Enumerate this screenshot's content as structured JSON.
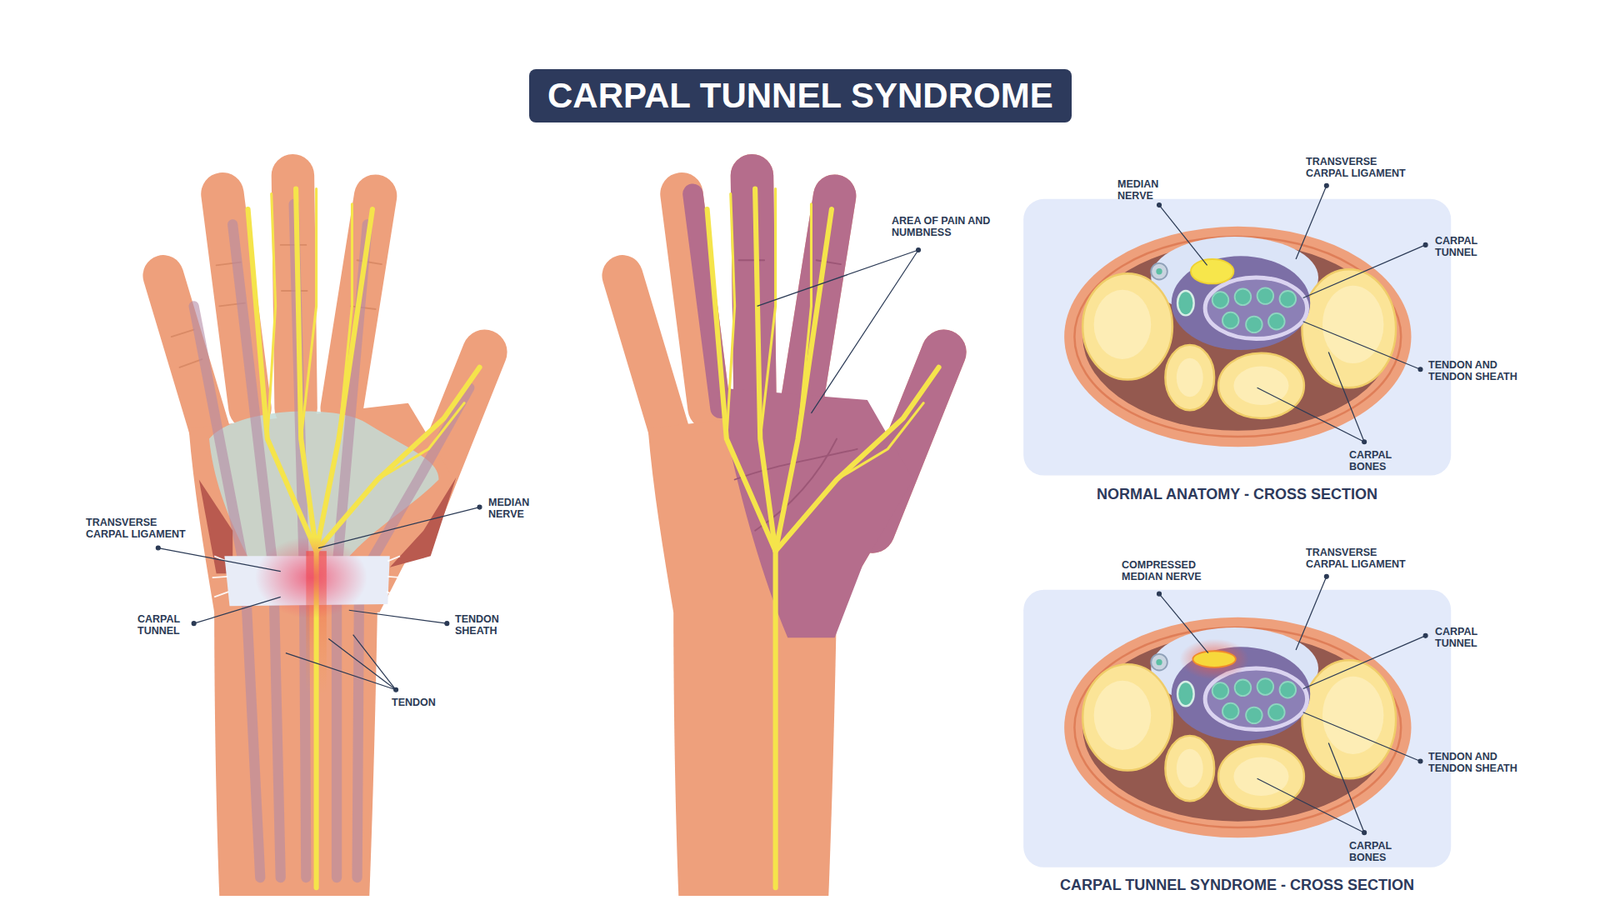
{
  "diagram": {
    "title": "CARPAL TUNNEL SYNDROME",
    "nodes": [
      {
        "text": [
          "NORMAL ANATOMY - CROSS SECTION"
        ]
      },
      {
        "text": [
          "CARPAL TUNNEL SYNDROME - CROSS SECTION"
        ]
      }
    ],
    "labels": [
      "TRANSVERSE CARPAL LIGAMENT",
      "MEDIAN NERVE",
      "CARPAL TUNNEL",
      "TENDON SHEATH",
      "TENDON",
      "AREA OF PAIN AND NUMBNESS",
      "MEDIAN NERVE",
      "TRANSVERSE CARPAL LIGAMENT",
      "CARPAL TUNNEL",
      "TENDON AND TENDON SHEATH",
      "CARPAL BONES",
      "COMPRESSED MEDIAN NERVE",
      "TRANSVERSE CARPAL LIGAMENT",
      "CARPAL TUNNEL",
      "TENDON AND TENDON SHEATH",
      "CARPAL BONES"
    ]
  }
}
